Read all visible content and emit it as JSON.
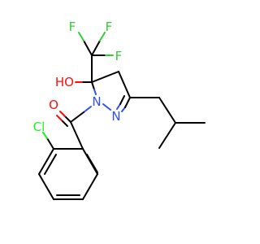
{
  "molecule": {
    "atoms": {
      "f_top_left": "F",
      "f_top_right": "F",
      "f_right": "F",
      "ho": "HO",
      "o_carbonyl": "O",
      "n1": "N",
      "n2": "N",
      "cl": "Cl"
    }
  },
  "colors": {
    "bond": "#000000",
    "fluorine": "#33cc33",
    "oxygen": "#ff0d0d",
    "nitrogen": "#3050f8",
    "chlorine": "#1ff01f",
    "background": "#ffffff"
  }
}
